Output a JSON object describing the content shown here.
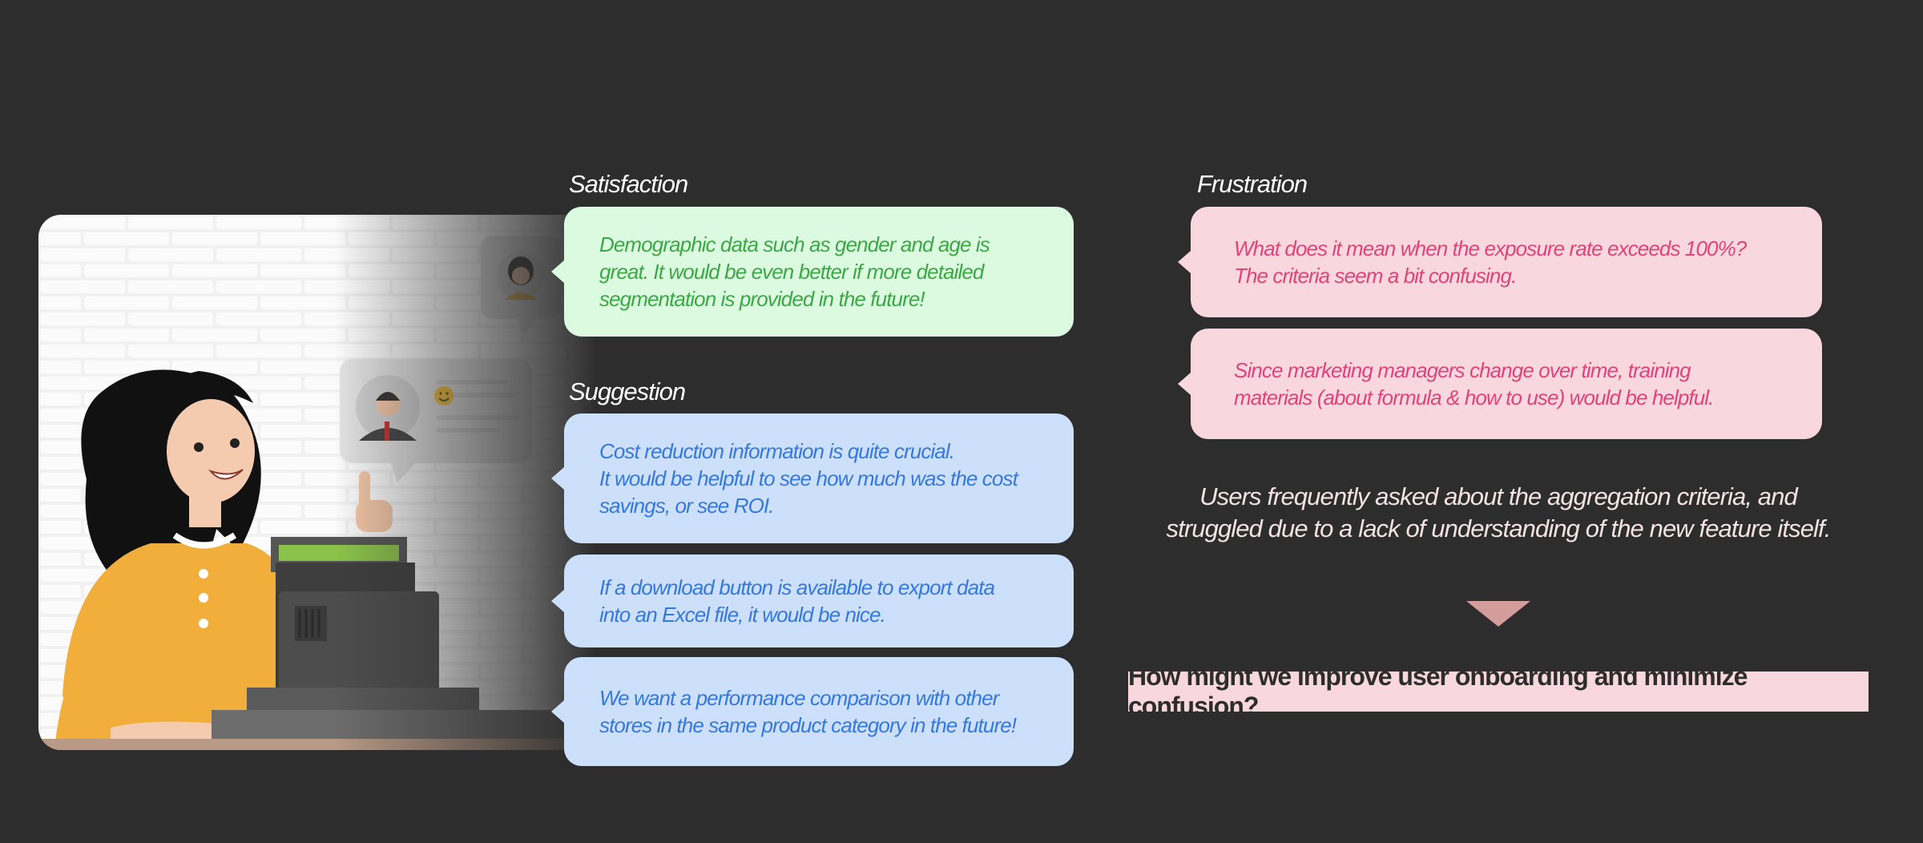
{
  "colors": {
    "background": "#2d2d2d",
    "satisfaction_bg": "#dcfae0",
    "satisfaction_text": "#3aa845",
    "suggestion_bg": "#cde0fb",
    "suggestion_text": "#3578dd",
    "frustration_bg": "#f8d8de",
    "frustration_text": "#e0427a"
  },
  "satisfaction": {
    "heading": "Satisfaction",
    "comments": [
      "Demographic data such as gender and age is\ngreat. It would be even better if more detailed\nsegmentation is provided in the future!"
    ]
  },
  "suggestion": {
    "heading": "Suggestion",
    "comments": [
      "Cost reduction information is quite crucial.\nIt would be helpful to see how much was the cost\nsavings, or see ROI.",
      "If a download button is available to export data\ninto an Excel file, it would be nice.",
      "We want a performance comparison with other\nstores in the same product category in the future!"
    ]
  },
  "frustration": {
    "heading": "Frustration",
    "comments": [
      "What does it mean when the exposure rate exceeds 100%?\nThe criteria seem a bit confusing.",
      "Since marketing managers change over time, training\nmaterials (about formula & how to use) would be helpful."
    ]
  },
  "insight": "Users frequently asked about the aggregation criteria, and\nstruggled due to a lack of understanding of the new feature itself.",
  "hmw": "How might we improve user onboarding and minimize confusion?",
  "illustration": {
    "icons": [
      "woman-avatar-icon",
      "man-avatar-icon",
      "emoji-icon",
      "pointing-hand-icon",
      "cash-register-icon"
    ]
  }
}
